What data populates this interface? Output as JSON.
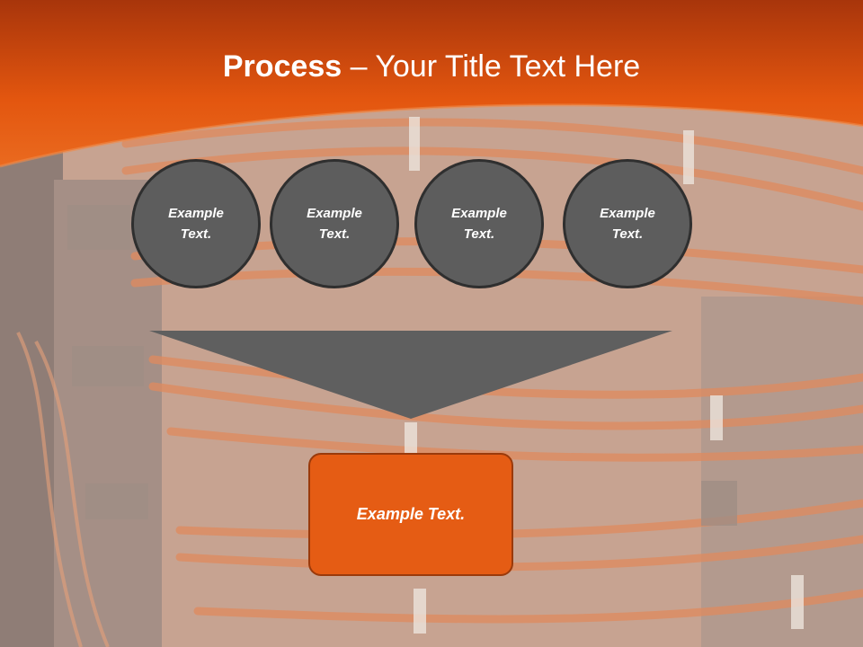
{
  "slide": {
    "title_bold": "Process",
    "title_rest": " – Your Title Text Here"
  },
  "circles": [
    {
      "text": "Example Text."
    },
    {
      "text": "Example Text."
    },
    {
      "text": "Example Text."
    },
    {
      "text": "Example Text."
    }
  ],
  "result_box": {
    "text": "Example Text."
  },
  "colors": {
    "header_orange": "#e45a12",
    "circle_fill": "#5d5d5d",
    "funnel_fill": "#5f5f5f",
    "result_fill": "#e55c14",
    "text": "#ffffff"
  }
}
